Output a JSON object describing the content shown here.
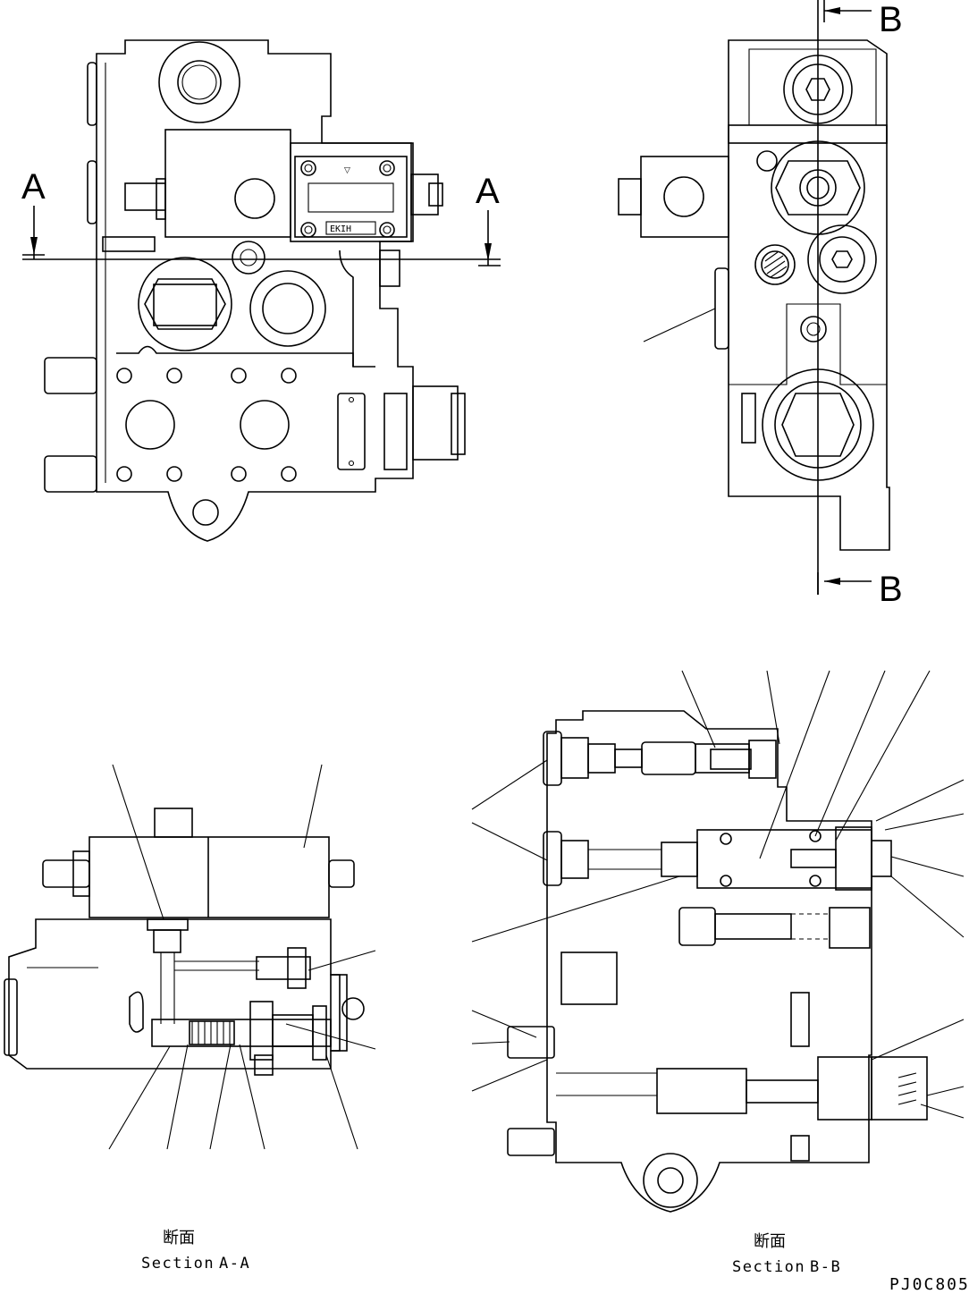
{
  "cut_marks": {
    "a_left": "A",
    "a_right": "A",
    "b_top": "B",
    "b_bottom": "B"
  },
  "sections": {
    "aa": {
      "jp": "断面",
      "word": "Section",
      "id": "A-A"
    },
    "bb": {
      "jp": "断面",
      "word": "Section",
      "id": "B-B"
    }
  },
  "drawing_code": "PJ0C805"
}
